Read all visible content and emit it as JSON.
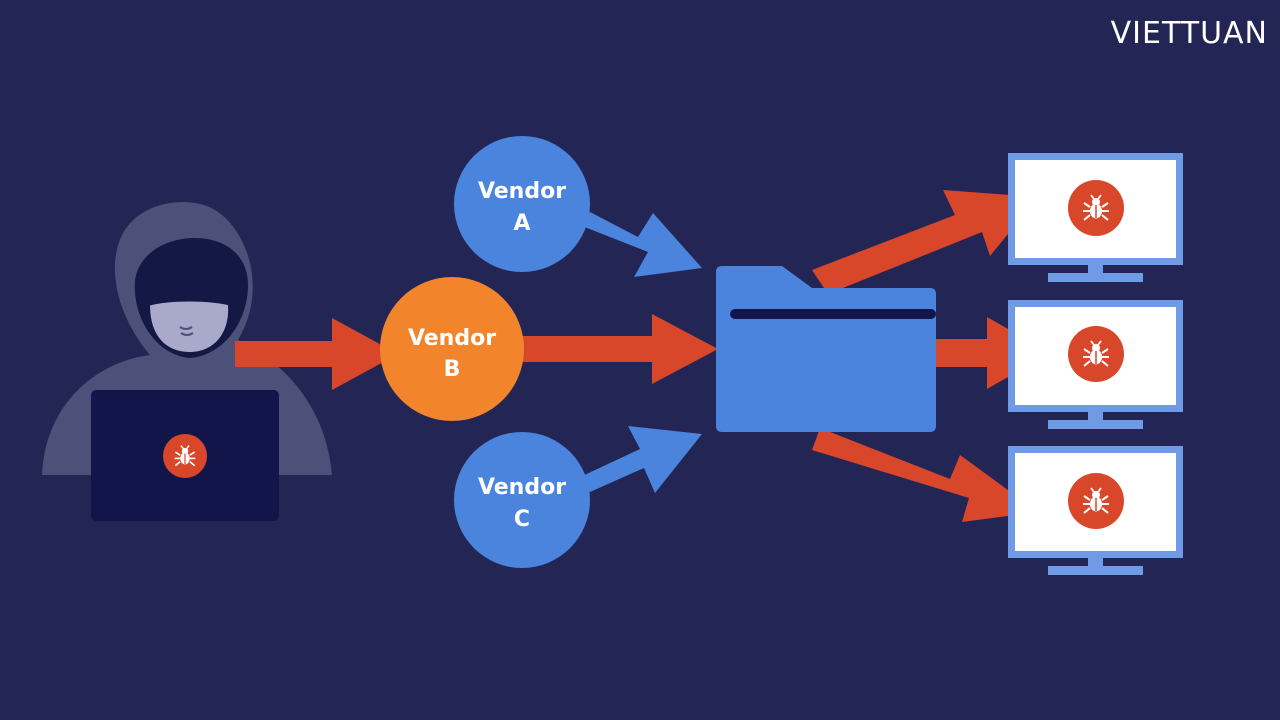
{
  "brand": {
    "logo_text": "VIETTUAN"
  },
  "vendors": [
    {
      "line1": "Vendor",
      "line2": "A"
    },
    {
      "line1": "Vendor",
      "line2": "B"
    },
    {
      "line1": "Vendor",
      "line2": "C"
    }
  ],
  "colors": {
    "background": "#232654",
    "vendor_blue": "#4a84dd",
    "vendor_orange": "#f2852c",
    "arrow_red": "#d9472b",
    "arrow_blue": "#4a84dd",
    "folder": "#4a84dd",
    "monitor_frame": "#6f9be6",
    "monitor_screen": "#ffffff",
    "bug_badge": "#d9472b",
    "hacker_hood": "#4d5078",
    "laptop": "#11154a"
  },
  "icons": {
    "attacker": "hacker-icon",
    "laptop": "laptop-icon",
    "payload": "bug-icon",
    "hub": "folder-icon",
    "targets": "monitor-icon"
  }
}
